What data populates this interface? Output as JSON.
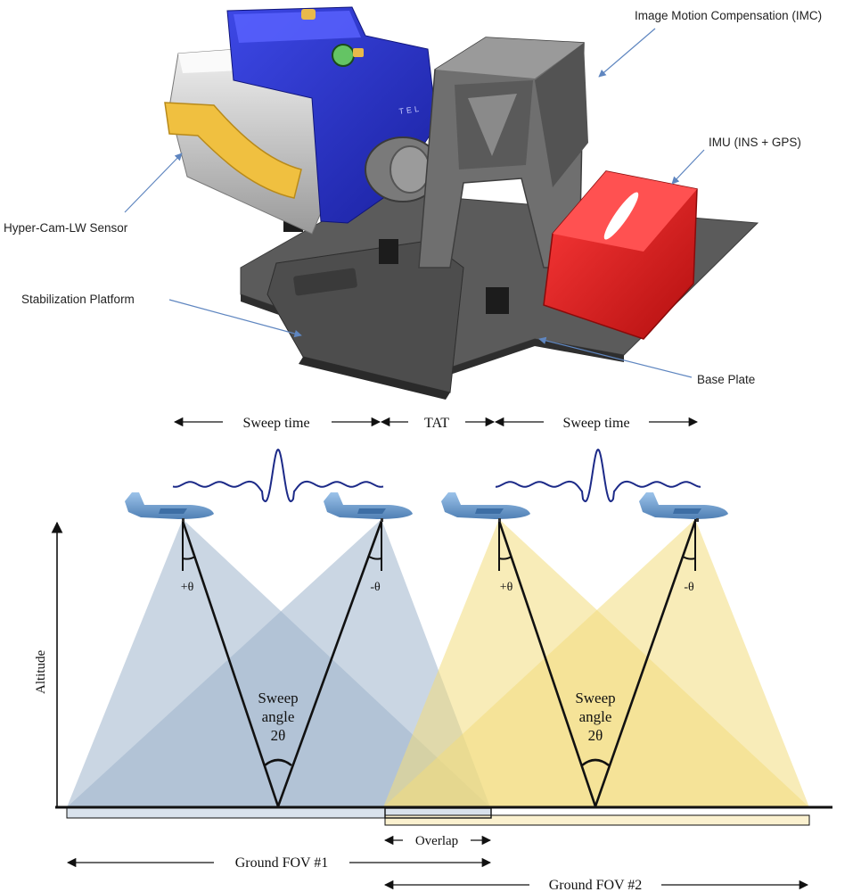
{
  "hardware": {
    "callouts": {
      "imc": "Image Motion Compensation (IMC)",
      "imu": "IMU (INS + GPS)",
      "sensor": "Hyper-Cam-LW Sensor",
      "platform": "Stabilization Platform",
      "base": "Base Plate"
    },
    "brand_mark": "TEL"
  },
  "timeline": {
    "sweep_1": "Sweep time",
    "tat": "TAT",
    "sweep_2": "Sweep time"
  },
  "geometry": {
    "altitude_label": "Altitude",
    "angle_plus_1": "+θ",
    "angle_minus_1": "-θ",
    "angle_plus_2": "+θ",
    "angle_minus_2": "-θ",
    "sweep_1": {
      "line1": "Sweep",
      "line2": "angle",
      "line3": "2θ"
    },
    "sweep_2": {
      "line1": "Sweep",
      "line2": "angle",
      "line3": "2θ"
    },
    "overlap": "Overlap",
    "fov_1": "Ground FOV #1",
    "fov_2": "Ground FOV #2"
  },
  "colors": {
    "fov1_fill": "#9fb4cc",
    "fov2_fill": "#f3dc7e",
    "sensor_blue": "#2630c8",
    "imu_red": "#dd1f1f",
    "aircraft_blue": "#6e9fd0",
    "wave": "#1c2a88"
  }
}
